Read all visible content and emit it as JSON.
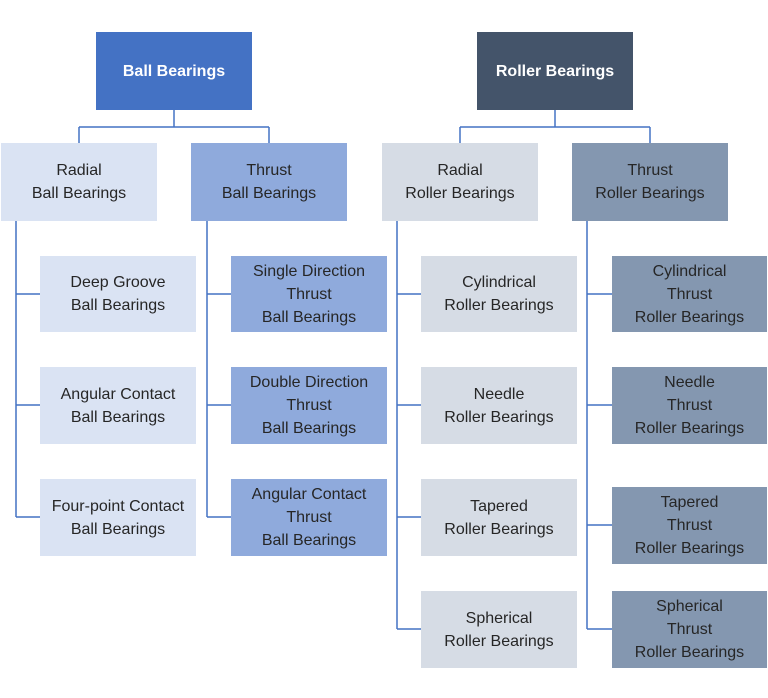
{
  "trees": [
    {
      "root": "Ball Bearings",
      "branches": [
        {
          "label": "Radial\nBall Bearings",
          "items": [
            "Deep Groove\nBall Bearings",
            "Angular Contact\nBall Bearings",
            "Four-point Contact\nBall Bearings"
          ]
        },
        {
          "label": "Thrust\nBall Bearings",
          "items": [
            "Single Direction\nThrust\nBall Bearings",
            "Double Direction\nThrust\nBall Bearings",
            "Angular Contact\nThrust\nBall Bearings"
          ]
        }
      ]
    },
    {
      "root": "Roller Bearings",
      "branches": [
        {
          "label": "Radial\nRoller Bearings",
          "items": [
            "Cylindrical\nRoller Bearings",
            "Needle\nRoller Bearings",
            "Tapered\nRoller Bearings",
            "Spherical\nRoller Bearings"
          ]
        },
        {
          "label": "Thrust\nRoller Bearings",
          "items": [
            "Cylindrical\nThrust\nRoller Bearings",
            "Needle\nThrust\nRoller Bearings",
            "Tapered\nThrust\nRoller Bearings",
            "Spherical\nThrust\nRoller Bearings"
          ]
        }
      ]
    }
  ],
  "colors": {
    "ball_root": "#4472c4",
    "roller_root": "#44546a",
    "radial_ball": "#dae3f3",
    "thrust_ball": "#8faadc",
    "radial_roller": "#d6dce5",
    "thrust_roller": "#8497b0",
    "connector": "#4472c4"
  }
}
